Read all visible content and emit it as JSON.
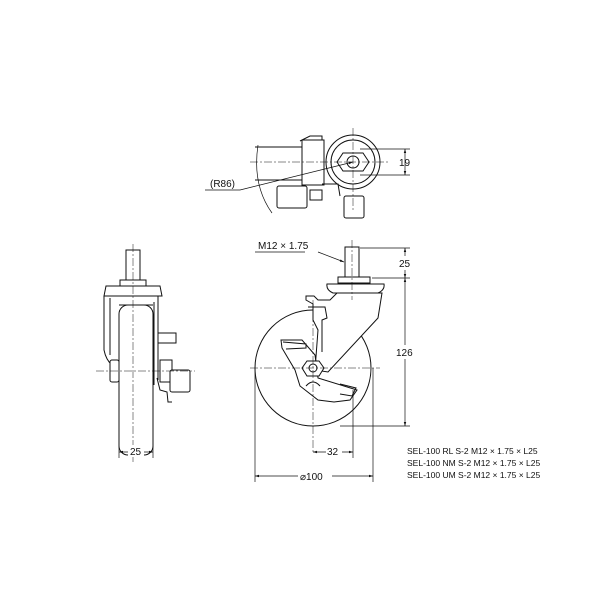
{
  "drawing": {
    "title": "Caster technical drawing",
    "views": [
      "top-view",
      "side-view",
      "front-view"
    ],
    "colors": {
      "line": "#111111",
      "background": "#ffffff"
    }
  },
  "top_view": {
    "radius_label": "(R86)",
    "height_dim": "19"
  },
  "front_view": {
    "thread_label": "M12 × 1.75",
    "stem_dim": "25",
    "height_dim": "126",
    "offset_dim": "32",
    "diameter_dim": "⌀100"
  },
  "side_view": {
    "width_dim": "25"
  },
  "specs": [
    "SEL-100 RL S-2 M12 × 1.75 × L25",
    "SEL-100 NM S-2 M12 × 1.75 × L25",
    "SEL-100 UM S-2 M12 × 1.75 × L25"
  ]
}
